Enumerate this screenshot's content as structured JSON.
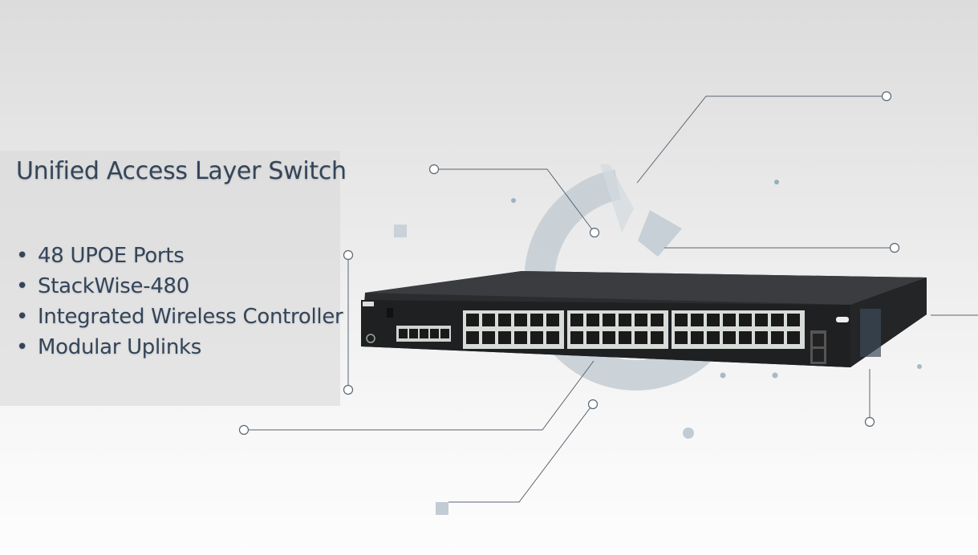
{
  "title": "Unified Access Layer Switch",
  "features": [
    "48 UPOE Ports",
    "StackWise-480",
    "Integrated Wireless Controller",
    "Modular Uplinks"
  ],
  "colors": {
    "text": "#34455a",
    "accent_ring": "#c3ccd3",
    "chassis": "#2a2c2e",
    "callout_line": "#4a5560"
  },
  "switch": {
    "port_groups": [
      12,
      12,
      16
    ],
    "console_ports": 5,
    "uplink_slots": 2
  }
}
